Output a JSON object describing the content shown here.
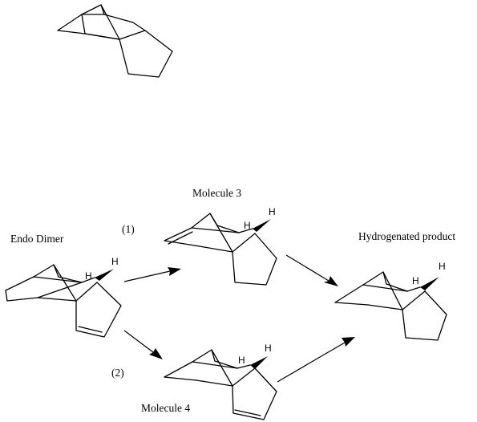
{
  "labels": {
    "endo_dimer": "Endo Dimer",
    "molecule3": "Molecule 3",
    "molecule4": "Molecule 4",
    "hydrogenated": "Hydrogenated product",
    "step1": "(1)",
    "step2": "(2)"
  },
  "atom_label_h": "H"
}
